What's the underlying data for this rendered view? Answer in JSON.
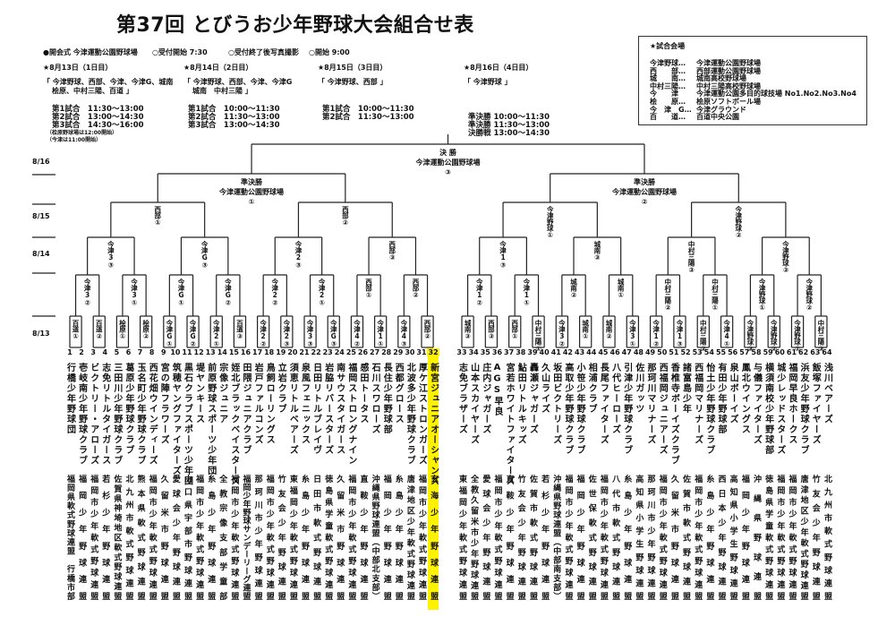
{
  "title": "第37回 とびうお少年野球大会組合せ表",
  "info": [
    "●開会式 今津運動公園野球場",
    "○受付開始 7:30",
    "○受付終了後写真撮影",
    "○開始 9:00"
  ],
  "days": [
    {
      "date": "★8月13日（1日目）",
      "venues": [
        "「 今津野球、西部、今津、今津G、城南",
        "桧原、中村三陽、百道 」"
      ],
      "schedule": [
        "第1試合　11:30〜13:00",
        "第2試合　13:00〜14:30",
        "第3試合　14:30〜16:00"
      ],
      "notes": [
        "（桧原野球場は12:00開始）",
        "（今津は11:00開始）"
      ]
    },
    {
      "date": "★8月14日（2日目）",
      "venues": [
        "「 今津野球、西部、今津、今津G",
        "城南　中村三陽 」"
      ],
      "schedule": [
        "第1試合　10:00〜11:30",
        "第2試合　11:30〜13:00",
        "第3試合　13:00〜14:30"
      ],
      "notes": []
    },
    {
      "date": "★8月15日（3日目）",
      "venues": [
        "「 今津野球、西部 」"
      ],
      "schedule": [
        "第1試合　10:00〜11:30",
        "第2試合　11:30〜13:00"
      ],
      "notes": []
    },
    {
      "date": "★8月16日（4日目）",
      "venues": [
        "「 今津野球 」"
      ],
      "schedule": [
        "準決勝 10:00〜11:30",
        "準決勝 11:30〜13:00",
        "決勝戦 13:00〜14:30"
      ],
      "notes": []
    }
  ],
  "venue_box": {
    "title": "★試合会場",
    "rows": [
      [
        "今津野球…",
        "今津運動公園野球場"
      ],
      [
        "西　　部…",
        "西部運動公園野球場"
      ],
      [
        "城　　南…",
        "城南高校野球場"
      ],
      [
        "中村三陽…",
        "中村三陽高校野球場"
      ],
      [
        "今　　津",
        "今津運動公園多目的球技場 No1.No2.No3.No4"
      ],
      [
        "桧　　原…",
        "桧原ソフトボール場"
      ],
      [
        "今　津　G…",
        "今津グラウンド"
      ],
      [
        "百　　道…",
        "百道中央公園"
      ]
    ]
  },
  "round_dates": [
    "8/16",
    "8/15",
    "8/14",
    "8/13"
  ],
  "final": {
    "name": "決 勝",
    "venue": "今津運動公園野球場",
    "no": "③"
  },
  "semis": [
    {
      "name": "準決勝",
      "venue": "今津運動公園野球場",
      "no": "①"
    },
    {
      "name": "準決勝",
      "venue": "今津運動公園野球場",
      "no": "②"
    }
  ],
  "r4": [
    "西部①",
    "西部②",
    "今津野球①",
    "今津野球②"
  ],
  "r3": [
    "今津3③",
    "今津G③",
    "今津2③",
    "西部③",
    "今津1③",
    "城南③",
    "中村三陽③",
    "今津野球③"
  ],
  "r2": [
    "今津3②",
    "今津3①",
    "今津G①",
    "今津G②",
    "今津2②",
    "今津2①",
    "西部①",
    "西部②",
    "今津1②",
    "今津1①",
    "城南②",
    "城南①",
    "中村三陽②",
    "中村三陽①",
    "今津野球①",
    "今津野球②"
  ],
  "r1": [
    "百道①",
    "百道②",
    "桧原①",
    "桧原②",
    "今津G①",
    "今津G②",
    "今津2①",
    "百道③",
    "今津2②",
    "今津2③",
    "今津3③",
    "今津G③",
    "今津4②",
    "今津1①",
    "今津4③",
    "西部②",
    "城南③",
    "西部③",
    "西部①",
    "中村三陽①",
    "今津3②",
    "城南①",
    "城南②",
    "今津3①",
    "今津1②",
    "今津1③",
    "中村三陽②",
    "今津4①",
    "今津野球③",
    "今津野球②",
    "今津野球①",
    "中村三陽③"
  ],
  "highlight_team": 32,
  "highlight_color": "#fff200",
  "teams": [
    "行橋少年野球団",
    "壱岐南少年野球クラブ",
    "ビクトリー・アローズ",
    "志免リトルタイガース",
    "三田川少年野球クラブ",
    "葛原少年野球クラブ",
    "玉名町少年野球クラブ",
    "西花畑ウインディーズ",
    "宮の陣フラワーズ",
    "筑穂ヤングファイターズ",
    "黒石クラブスポーツ少年団",
    "堤ヤンキース",
    "前原野球スポーツ少年団",
    "宗像ジュニア",
    "姪北ブラックベイスターズ",
    "田隈ジュニアクラブ",
    "岩戸ファルコンズ",
    "鳥飼ローリングス",
    "立岩クラブ",
    "須恵リトルベアーズ",
    "泉風フェニックス",
    "日田リトルブレイヴ",
    "岩脇リバースターズ",
    "南サウスタイガース",
    "福岡ストロングナイン",
    "感田トータス",
    "石川スワローズ",
    "長住少年野球部",
    "西都グロース",
    "北波多少年野球クラブ",
    "厚ケ江ストロンガーズ",
    "新宮ジュニアオーシャンズ",
    "志免ブラザーズ",
    "山本スカイヤーズ",
    "庄内ジャガーズ",
    "AGS早良",
    "宮若ホワイトファイターズ",
    "鮎田リトルキッズ",
    "轟瀬ジャガーズ",
    "久山ライズ",
    "坂田ビクトリーズ",
    "高取少年野球クラブ",
    "小笹少年野球クラブ",
    "相浦クラブ",
    "長尾ファイターズ",
    "八代ヒーローズ",
    "引津少年野球クラブ",
    "佐川ガッツ",
    "那珂川マリナーズ",
    "西福岡ジュニアーズ",
    "香椎寺ボーイズクラブ",
    "諸富島少年",
    "西福岡マリナーズ",
    "怡土少年野球クラブ",
    "有田少年野球部",
    "泉山ボーイズ",
    "鳳北ウイングス",
    "与儀ファイターズ",
    "横須南校少年野球部",
    "城少レッドスターズ",
    "福岡早良ホークス",
    "浜友少年野球クラブ",
    "飯塚ファイヤーズ",
    "浅川ベアーズ"
  ],
  "associations": [
    "福岡県軟式野球連盟　行橋市部",
    "福岡少年野球連盟",
    "福岡市少年軟式野球連盟",
    "若杉少年野球連盟",
    "佐賀県神埼地区軟式野球連盟",
    "北九州市軟式野球連盟",
    "熊本県軟式野球連盟",
    "福岡市少年軟式野球連盟",
    "久留米市野球連盟",
    "愛球会少年野球連盟",
    "山口県宇部市野球連盟",
    "福岡市少年軟式野球連盟",
    "糸島少年野球連盟",
    "全教宗像支部学童部",
    "福岡市少年軟式野球連盟",
    "福岡少年野球サンデーリーグ連盟",
    "那珂川市少年野球連盟",
    "福岡市少年軟式野球連盟",
    "竹友会少年野球連盟",
    "東福岡少年軟式野球連盟",
    "糸島少年野球連盟",
    "日田市軟式野球連盟",
    "徳島県学童軟式野球連盟",
    "久留米市野球連盟",
    "福岡市少年軟式野球連盟",
    "直鞍少年野球連盟",
    "沖縄県野球連盟（中部北支部）",
    "福岡少年野球連盟",
    "糸島少年野球連盟",
    "唐津地区少年軟式野球連盟",
    "福岡市少年軟式野球連盟",
    "玄海少年野球連盟",
    "東福岡少年軟式野球連盟",
    "全教久留米市少年野球連盟",
    "愛球会少年野球連盟",
    "福岡市少年軟式野球連盟",
    "直鞍少年野球連盟",
    "竹友会少年野球連盟",
    "佐賀市軟式野球連盟",
    "若杉少年野球連盟",
    "沖縄県野球連盟（中部南支部）",
    "福岡市少年軟式野球連盟",
    "福岡少年野球連盟",
    "佐世保軟式野球連盟",
    "福岡市少年軟式野球連盟",
    "八代市軟式野球連盟",
    "糸島少年野球連盟",
    "高知県小学生野球連盟",
    "那珂川市少年野球連盟",
    "福岡市少年軟式野球連盟",
    "久留米市野球連盟",
    "佐賀市軟式野球連盟",
    "福岡市少年軟式野球連盟",
    "糸島少年野球連盟",
    "西日本少年野球連盟",
    "高知県小学生野球連盟",
    "福岡少年野球連盟",
    "沖縄県野球連盟",
    "徳島県学童軟式野球連盟",
    "福岡市少年軟式野球連盟",
    "福岡市少年軟式野球連盟",
    "唐津地区少年軟式野球連盟",
    "竹友会少年野球連盟",
    "北九州市軟式野球連盟"
  ]
}
